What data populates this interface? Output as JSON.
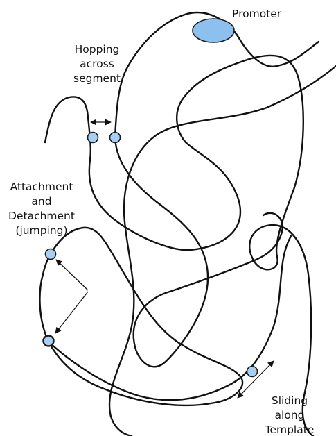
{
  "labels": {
    "promoter": "Promoter",
    "hopping": [
      "Hopping",
      "across",
      "segment"
    ],
    "attachment": [
      "Attachment",
      "and",
      "Detachment",
      "(jumping)"
    ],
    "sliding": [
      "Sliding",
      "along",
      "Template"
    ]
  },
  "colors": {
    "protein_fill": "#a8cff2",
    "promoter_fill": "#8cc0ee",
    "dna_stroke": "#111111"
  }
}
